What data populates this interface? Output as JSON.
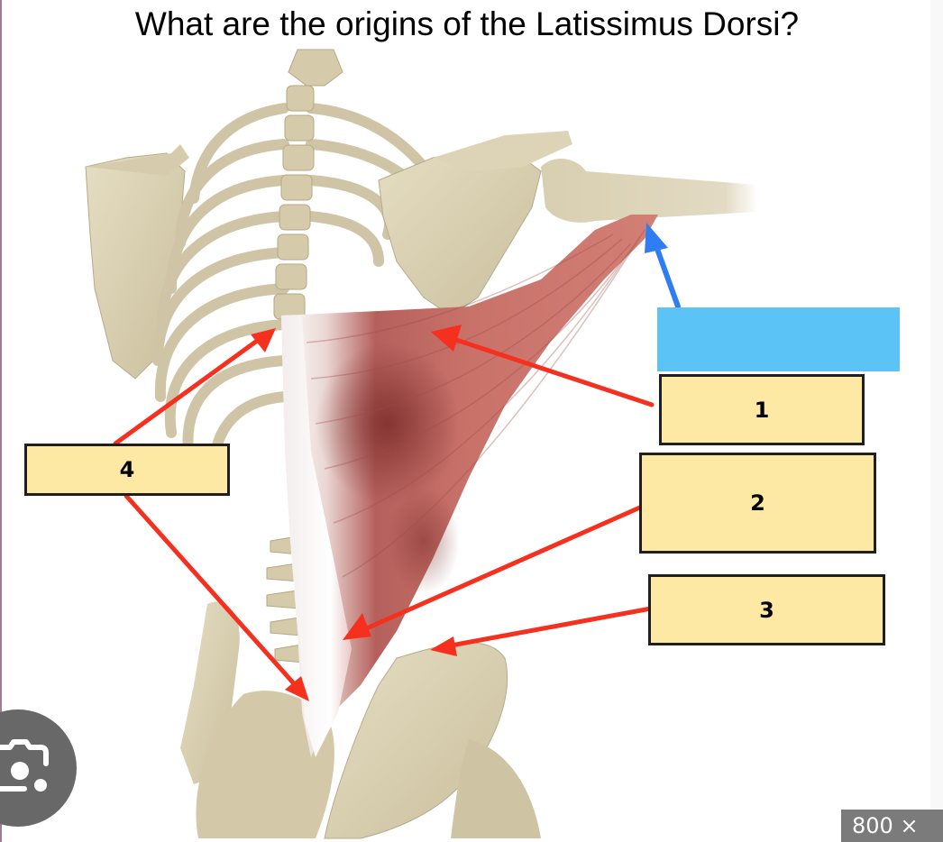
{
  "question": {
    "title": "What are the origins of the Latissimus Dorsi?"
  },
  "diagram": {
    "subject": "Latissimus Dorsi posterior view",
    "insertion_answer_box": {
      "label": "",
      "color": "#5bc3f5"
    },
    "label_boxes": [
      {
        "id": "1",
        "label": "1"
      },
      {
        "id": "2",
        "label": "2"
      },
      {
        "id": "3",
        "label": "3"
      },
      {
        "id": "4",
        "label": "4"
      }
    ],
    "colors": {
      "arrow_red": "#f5301e",
      "arrow_blue": "#2f7df2",
      "label_fill": "#fde9a4",
      "bone": "#d9d0b3",
      "muscle": "#b8605c"
    }
  },
  "overlay": {
    "lens_icon": "google-lens-camera-icon",
    "size_badge": "800 ×"
  }
}
